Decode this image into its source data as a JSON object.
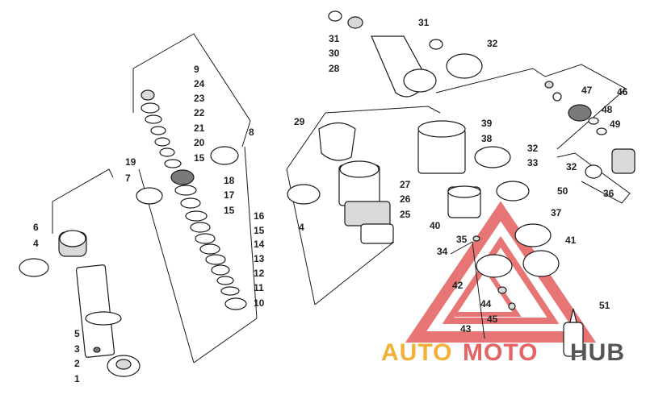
{
  "diagram": {
    "callouts_left_column": [
      "9",
      "24",
      "23",
      "22",
      "21",
      "20",
      "15",
      "19",
      "7",
      "18",
      "17",
      "15",
      "16",
      "15",
      "14",
      "13",
      "12",
      "11",
      "10",
      "8"
    ],
    "callouts_shaft": [
      "6",
      "4",
      "5",
      "3",
      "2",
      "1"
    ],
    "callouts_body": [
      "31",
      "30",
      "28",
      "31",
      "32",
      "29",
      "4",
      "27",
      "26",
      "25",
      "39",
      "38",
      "32",
      "33",
      "40",
      "37",
      "35",
      "34",
      "41",
      "42",
      "44",
      "45",
      "43",
      "51",
      "46",
      "47",
      "48",
      "49",
      "32",
      "50",
      "36"
    ]
  },
  "watermark": {
    "part1": "AUTO",
    "part2": "MOTO",
    "part3": "HUB",
    "color_orange": "#f2b036",
    "color_red": "#e04848",
    "color_grey": "#555555"
  }
}
